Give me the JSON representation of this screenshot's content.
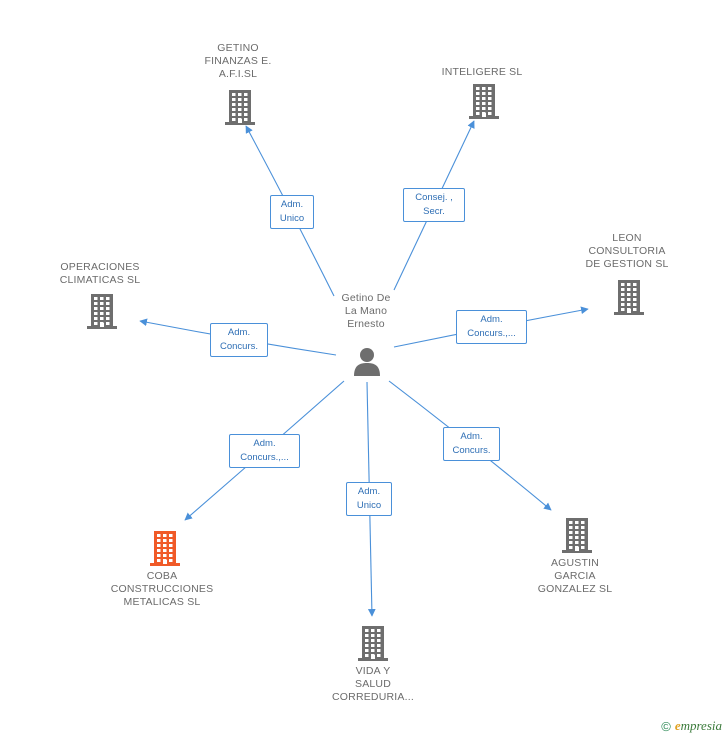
{
  "colors": {
    "edge": "#4a90d9",
    "building": "#6e6e6e",
    "building_highlight": "#f05a28",
    "person": "#6e6e6e",
    "label_text": "#6b6b6b",
    "edge_label_text": "#2f6fb5"
  },
  "center": {
    "name_lines": [
      "Getino De",
      "La Mano",
      "Ernesto"
    ],
    "icon": "person-icon"
  },
  "companies": [
    {
      "id": "getino-finanzas",
      "lines": [
        "GETINO",
        "FINANZAS E.",
        "A.F.I.SL"
      ],
      "highlight": false
    },
    {
      "id": "inteligere",
      "lines": [
        "INTELIGERE SL"
      ],
      "highlight": false
    },
    {
      "id": "leon-consultoria",
      "lines": [
        "LEON",
        "CONSULTORIA",
        "DE GESTION SL"
      ],
      "highlight": false
    },
    {
      "id": "operaciones-climaticas",
      "lines": [
        "OPERACIONES",
        "CLIMATICAS SL"
      ],
      "highlight": false
    },
    {
      "id": "coba",
      "lines": [
        "COBA",
        "CONSTRUCCIONES",
        "METALICAS SL"
      ],
      "highlight": true
    },
    {
      "id": "agustin-garcia",
      "lines": [
        "AGUSTIN",
        "GARCIA",
        "GONZALEZ SL"
      ],
      "highlight": false
    },
    {
      "id": "vida-salud",
      "lines": [
        "VIDA Y",
        "SALUD",
        "CORREDURIA..."
      ],
      "highlight": false
    }
  ],
  "edges": [
    {
      "target": "getino-finanzas",
      "label_lines": [
        "Adm.",
        "Unico"
      ]
    },
    {
      "target": "inteligere",
      "label_lines": [
        "Consej. ,",
        "Secr."
      ]
    },
    {
      "target": "leon-consultoria",
      "label_lines": [
        "Adm.",
        "Concurs.,..."
      ]
    },
    {
      "target": "operaciones-climaticas",
      "label_lines": [
        "Adm.",
        "Concurs."
      ]
    },
    {
      "target": "coba",
      "label_lines": [
        "Adm.",
        "Concurs.,..."
      ]
    },
    {
      "target": "agustin-garcia",
      "label_lines": [
        "Adm.",
        "Concurs."
      ]
    },
    {
      "target": "vida-salud",
      "label_lines": [
        "Adm.",
        "Unico"
      ]
    }
  ],
  "footer": {
    "copyright_symbol": "©",
    "brand_initial": "e",
    "brand_rest": "mpresia"
  }
}
